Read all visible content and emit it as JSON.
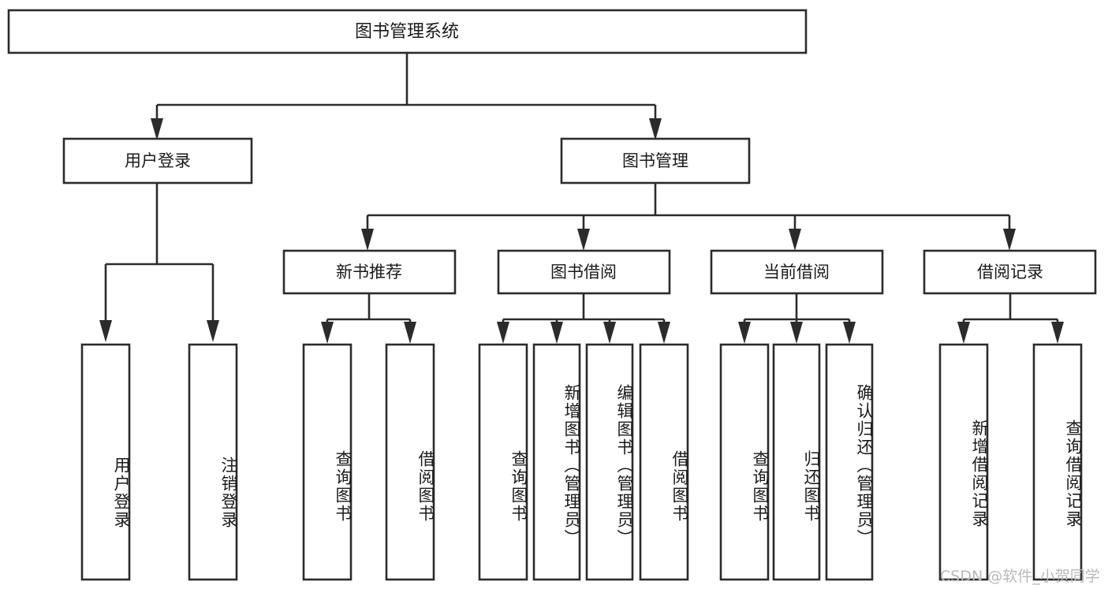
{
  "diagram": {
    "title": "图书管理系统",
    "type": "tree-hierarchy-chart",
    "colors": {
      "box_border": "#2b2b2b",
      "box_fill": "#ffffff",
      "connector": "#2b2b2b",
      "text": "#1a1a1a",
      "watermark": "#b9b9b9",
      "background": "#ffffff"
    },
    "root": {
      "label": "图书管理系统"
    },
    "level2": [
      {
        "label": "用户登录"
      },
      {
        "label": "图书管理"
      }
    ],
    "level3": [
      {
        "label": "新书推荐"
      },
      {
        "label": "图书借阅"
      },
      {
        "label": "当前借阅"
      },
      {
        "label": "借阅记录"
      }
    ],
    "leaves": {
      "user_login": [
        {
          "label": "用户登录"
        },
        {
          "label": "注销登录"
        }
      ],
      "new_book_recommend": [
        {
          "label": "查询图书"
        },
        {
          "label": "借阅图书"
        }
      ],
      "book_borrow": [
        {
          "label": "查询图书"
        },
        {
          "label": "新增图书（管理员）"
        },
        {
          "label": "编辑图书（管理员）"
        },
        {
          "label": "借阅图书"
        }
      ],
      "current_borrow": [
        {
          "label": "查询图书"
        },
        {
          "label": "归还图书"
        },
        {
          "label": "确认归还（管理员）"
        }
      ],
      "borrow_records": [
        {
          "label": "新增借阅记录"
        },
        {
          "label": "查询借阅记录"
        }
      ]
    }
  },
  "watermark": {
    "text": "CSDN @软件_小贺同学"
  }
}
